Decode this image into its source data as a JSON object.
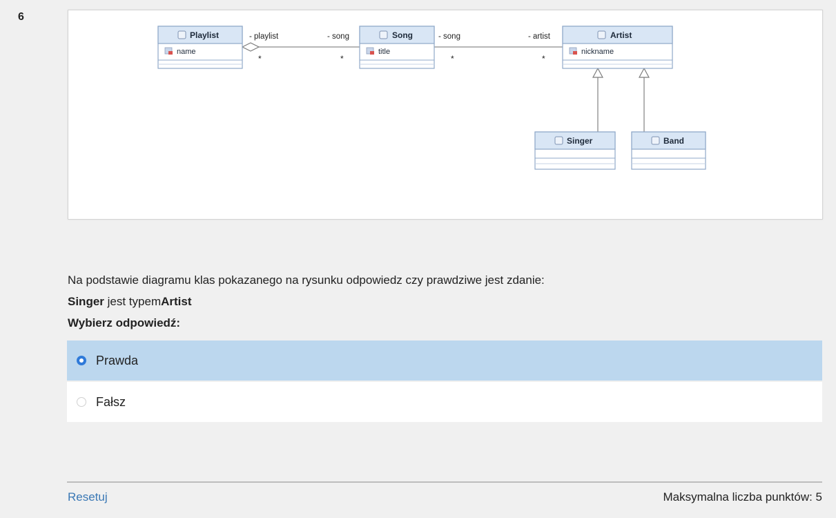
{
  "question": {
    "number": "6",
    "prompt": "Na podstawie diagramu klas pokazanego na rysunku odpowiedz czy prawdziwe jest zdanie:",
    "statement_subject": "Singer",
    "statement_middle": " jest typem",
    "statement_object": "Artist",
    "choose_label": "Wybierz odpowiedź:"
  },
  "diagram": {
    "classes": {
      "playlist": {
        "name": "Playlist",
        "attribute": "name"
      },
      "song": {
        "name": "Song",
        "attribute": "title"
      },
      "artist": {
        "name": "Artist",
        "attribute": "nickname"
      },
      "singer": {
        "name": "Singer"
      },
      "band": {
        "name": "Band"
      }
    },
    "associations": {
      "playlist_song": {
        "left_role": "- playlist",
        "right_role": "- song",
        "left_mult": "*",
        "right_mult": "*",
        "kind": "aggregation"
      },
      "song_artist": {
        "left_role": "- song",
        "right_role": "- artist",
        "left_mult": "*",
        "right_mult": "*",
        "kind": "association"
      }
    },
    "generalizations": [
      "Singer extends Artist",
      "Band extends Artist"
    ],
    "colors": {
      "class_header": "#d9e6f5",
      "class_border": "#8fa8c8",
      "line": "#8a8a8a"
    }
  },
  "options": [
    {
      "label": "Prawda",
      "selected": true
    },
    {
      "label": "Fałsz",
      "selected": false
    }
  ],
  "footer": {
    "reset_label": "Resetuj",
    "max_points_label": "Maksymalna liczba punktów: 5"
  },
  "colors": {
    "selected_bg": "#bcd7ee",
    "link": "#3a78b5",
    "radio_accent": "#2f7ad9"
  }
}
